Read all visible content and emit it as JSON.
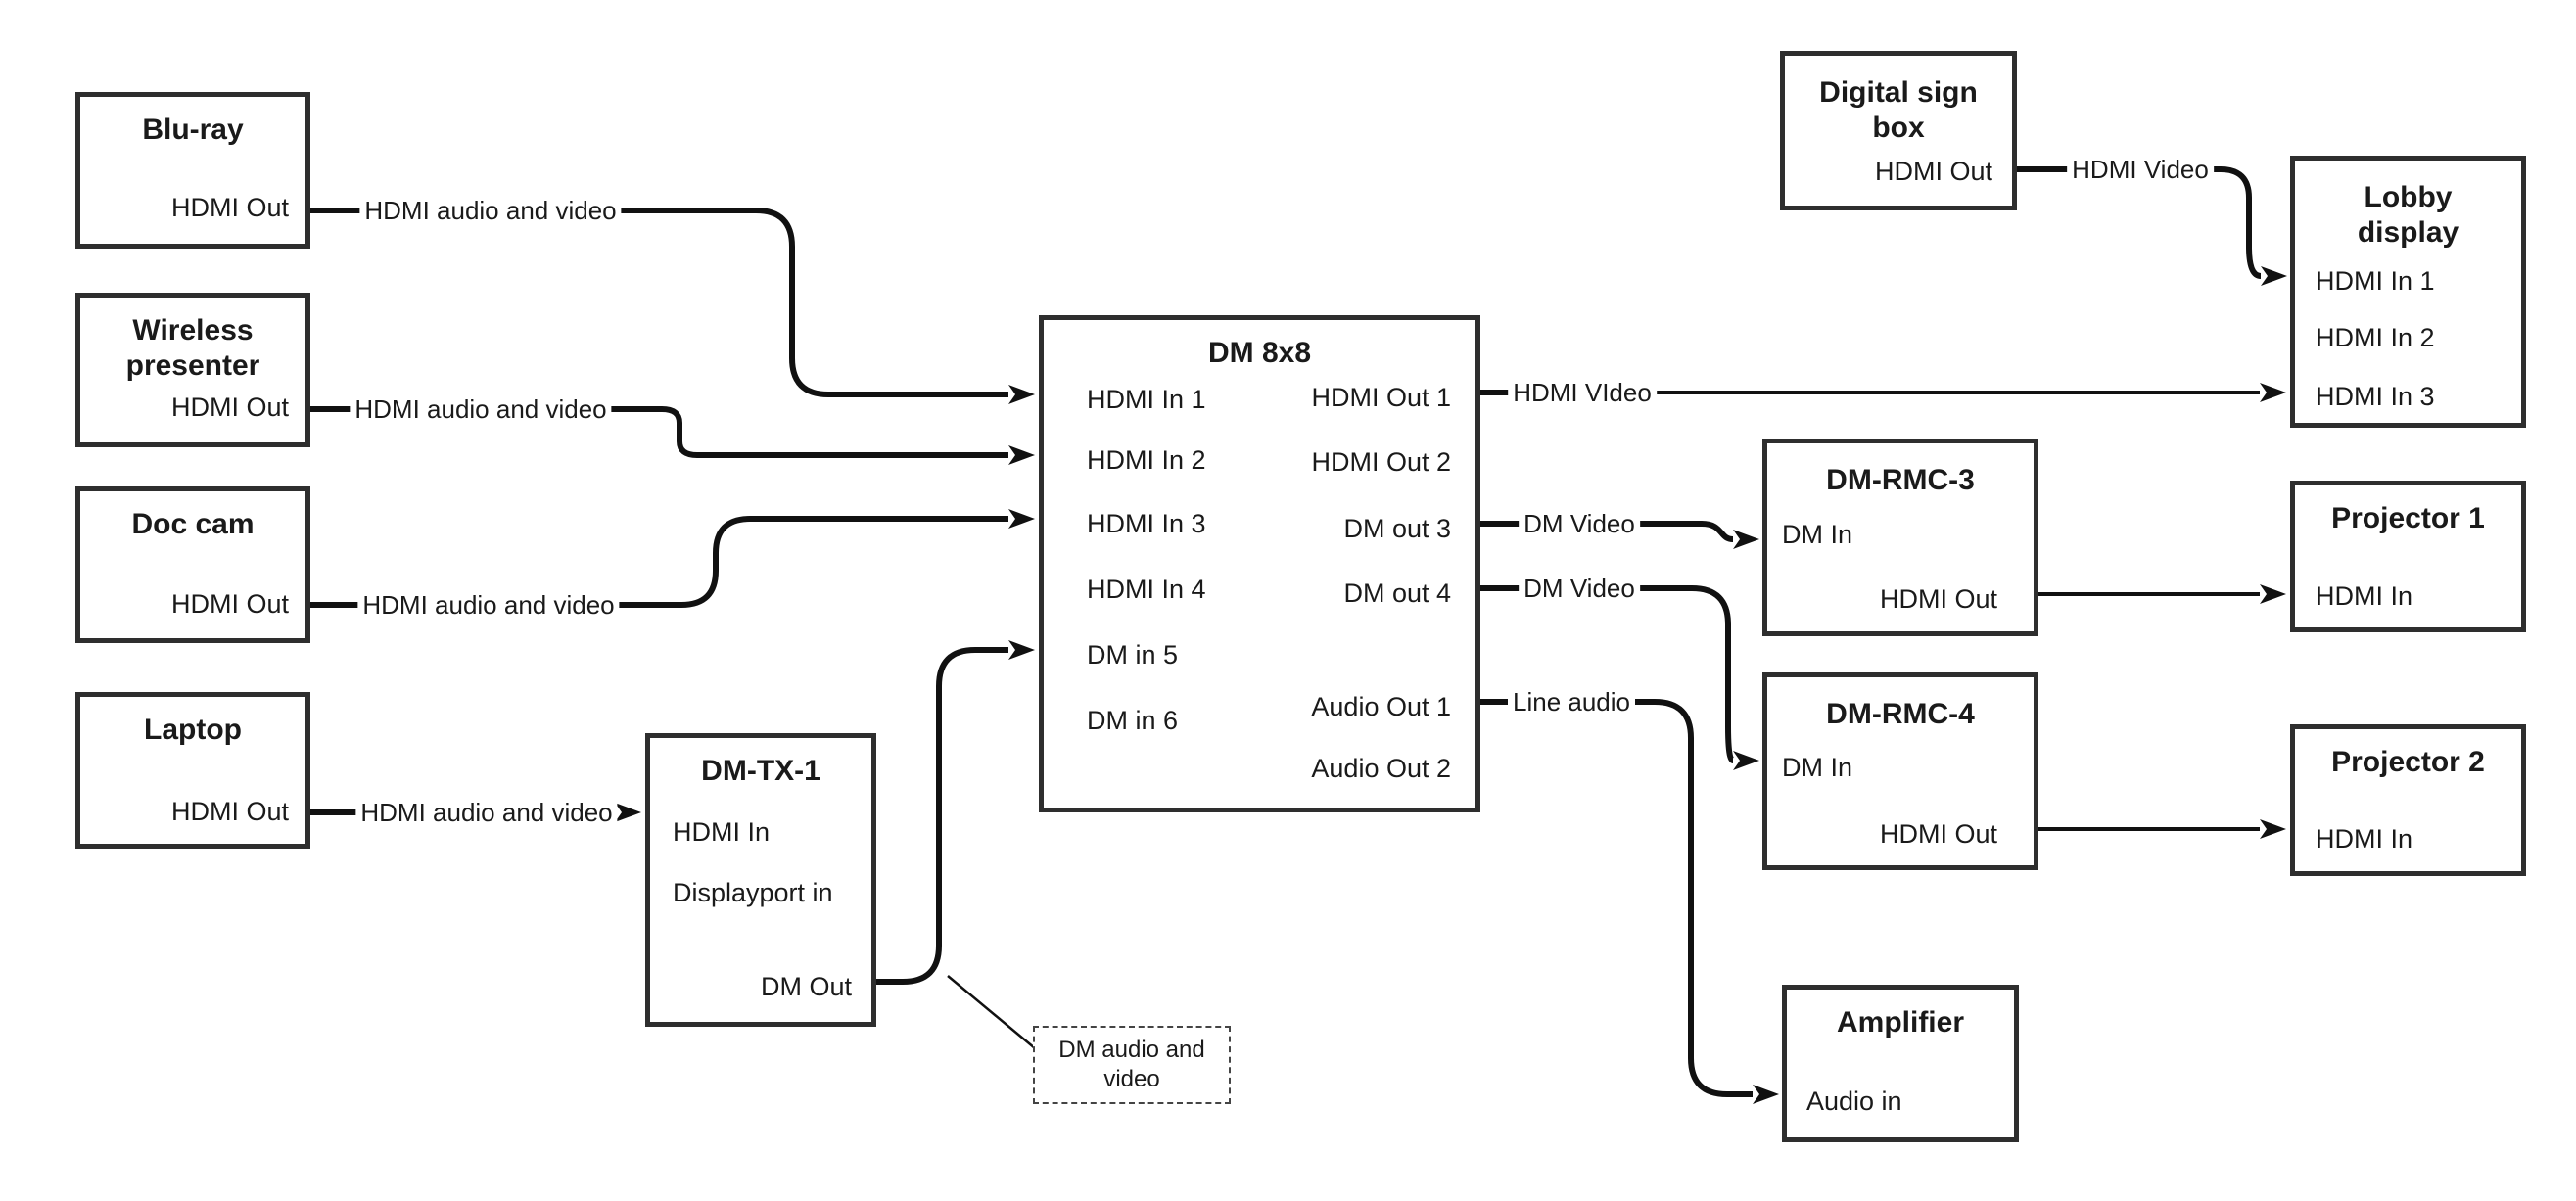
{
  "colors": {
    "line": "#111111",
    "box_border": "#2e2e2e",
    "background": "#ffffff",
    "text": "#1a1a1a"
  },
  "devices": {
    "bluray": {
      "title": "Blu-ray",
      "port_hdmi_out": "HDMI Out"
    },
    "wireless": {
      "title": "Wireless presenter",
      "port_hdmi_out": "HDMI Out"
    },
    "doccam": {
      "title": "Doc cam",
      "port_hdmi_out": "HDMI Out"
    },
    "laptop": {
      "title": "Laptop",
      "port_hdmi_out": "HDMI Out"
    },
    "dmtx1": {
      "title": "DM-TX-1",
      "port_hdmi_in": "HDMI In",
      "port_displayport_in": "Displayport in",
      "port_dm_out": "DM Out"
    },
    "dm8x8": {
      "title": "DM 8x8",
      "inputs": [
        "HDMI In 1",
        "HDMI In 2",
        "HDMI In 3",
        "HDMI In 4",
        "DM in 5",
        "DM in 6"
      ],
      "outputs": [
        "HDMI Out 1",
        "HDMI Out 2",
        "DM out 3",
        "DM out 4",
        "Audio Out 1",
        "Audio Out 2"
      ]
    },
    "digital_sign": {
      "title": "Digital sign box",
      "port_hdmi_out": "HDMI Out"
    },
    "lobby": {
      "title": "Lobby display",
      "inputs": [
        "HDMI In 1",
        "HDMI In 2",
        "HDMI In 3"
      ]
    },
    "dmrmc3": {
      "title": "DM-RMC-3",
      "port_dm_in": "DM In",
      "port_hdmi_out": "HDMI Out"
    },
    "proj1": {
      "title": "Projector 1",
      "port_hdmi_in": "HDMI In"
    },
    "dmrmc4": {
      "title": "DM-RMC-4",
      "port_dm_in": "DM In",
      "port_hdmi_out": "HDMI Out"
    },
    "proj2": {
      "title": "Projector 2",
      "port_hdmi_in": "HDMI In"
    },
    "amplifier": {
      "title": "Amplifier",
      "port_audio_in": "Audio in"
    }
  },
  "connection_labels": {
    "bluray_to_dm8x8": "HDMI audio and video",
    "wireless_to_dm8x8": "HDMI audio and video",
    "doccam_to_dm8x8": "HDMI audio and video",
    "laptop_to_dmtx1": "HDMI audio and video",
    "hdmi_out1_to_lobby": "HDMI VIdeo",
    "dm_out3_to_dmrmc3": "DM Video",
    "dm_out4_to_dmrmc4": "DM Video",
    "audio_out1_to_amp": "Line audio",
    "digital_sign_to_lobby": "HDMI Video",
    "dmtx1_dm_callout": "DM audio and video"
  }
}
